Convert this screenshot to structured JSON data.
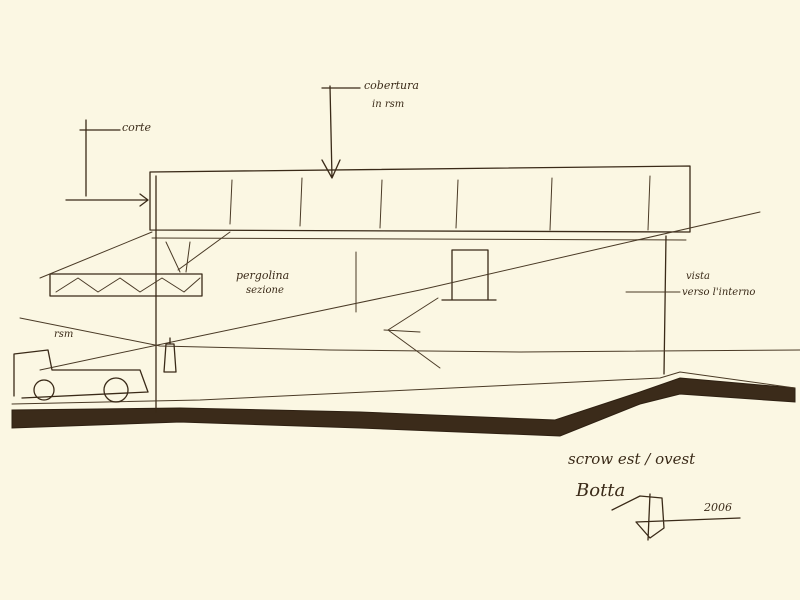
{
  "annotations": {
    "top_left": "corte",
    "top_center_line1": "cobertura",
    "top_center_line2": "in rsm",
    "middle_left_line1": "pergolina",
    "middle_left_line2": "sezione",
    "right_line1": "vista",
    "right_line2": "verso l'interno",
    "left_lower": "rsm",
    "bottom_right": "scrow est / ovest",
    "signature": "Botta",
    "year": "2006"
  },
  "colors": {
    "paper": "#fbf7e3",
    "ink": "#3a2a18",
    "ground": "#3b2b1a"
  }
}
